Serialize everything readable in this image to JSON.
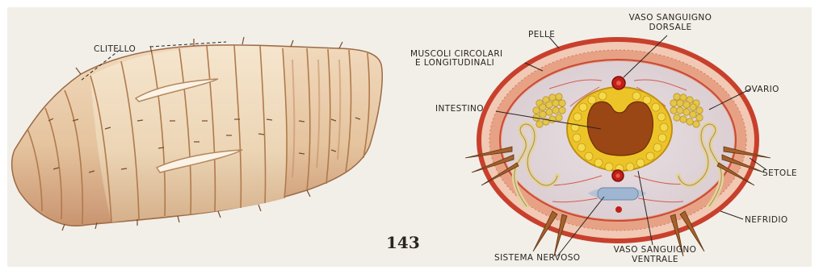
{
  "page_number": "143",
  "labels": {
    "clitello": "CLITELLO",
    "pelle": "PELLE",
    "muscoli_line1": "MUSCOLI CIRCOLARI",
    "muscoli_line2": "E LONGITUDINALI",
    "intestino": "INTESTINO",
    "vaso_dorsale_line1": "VASO SANGUIGNO",
    "vaso_dorsale_line2": "DORSALE",
    "ovario": "OVARIO",
    "setole": "SETOLE",
    "nefridio": "NEFRIDIO",
    "sistema_nervoso": "SISTEMA NERVOSO",
    "vaso_ventrale_line1": "VASO SANGUIGNO",
    "vaso_ventrale_line2": "VENTRALE"
  },
  "colors": {
    "worm_body": "#e6c8a4",
    "worm_clitellum": "#f0dcc0",
    "worm_segment_line": "#b07a4c",
    "skin_ring": "#c8402c",
    "muscle_band": "#e7a286",
    "intestine_wall": "#f0d027",
    "intestine_lumen": "#9a4715",
    "ovary": "#e3c64a",
    "vessel_red": "#c02018",
    "nerve_cord": "#9fb6d3"
  }
}
